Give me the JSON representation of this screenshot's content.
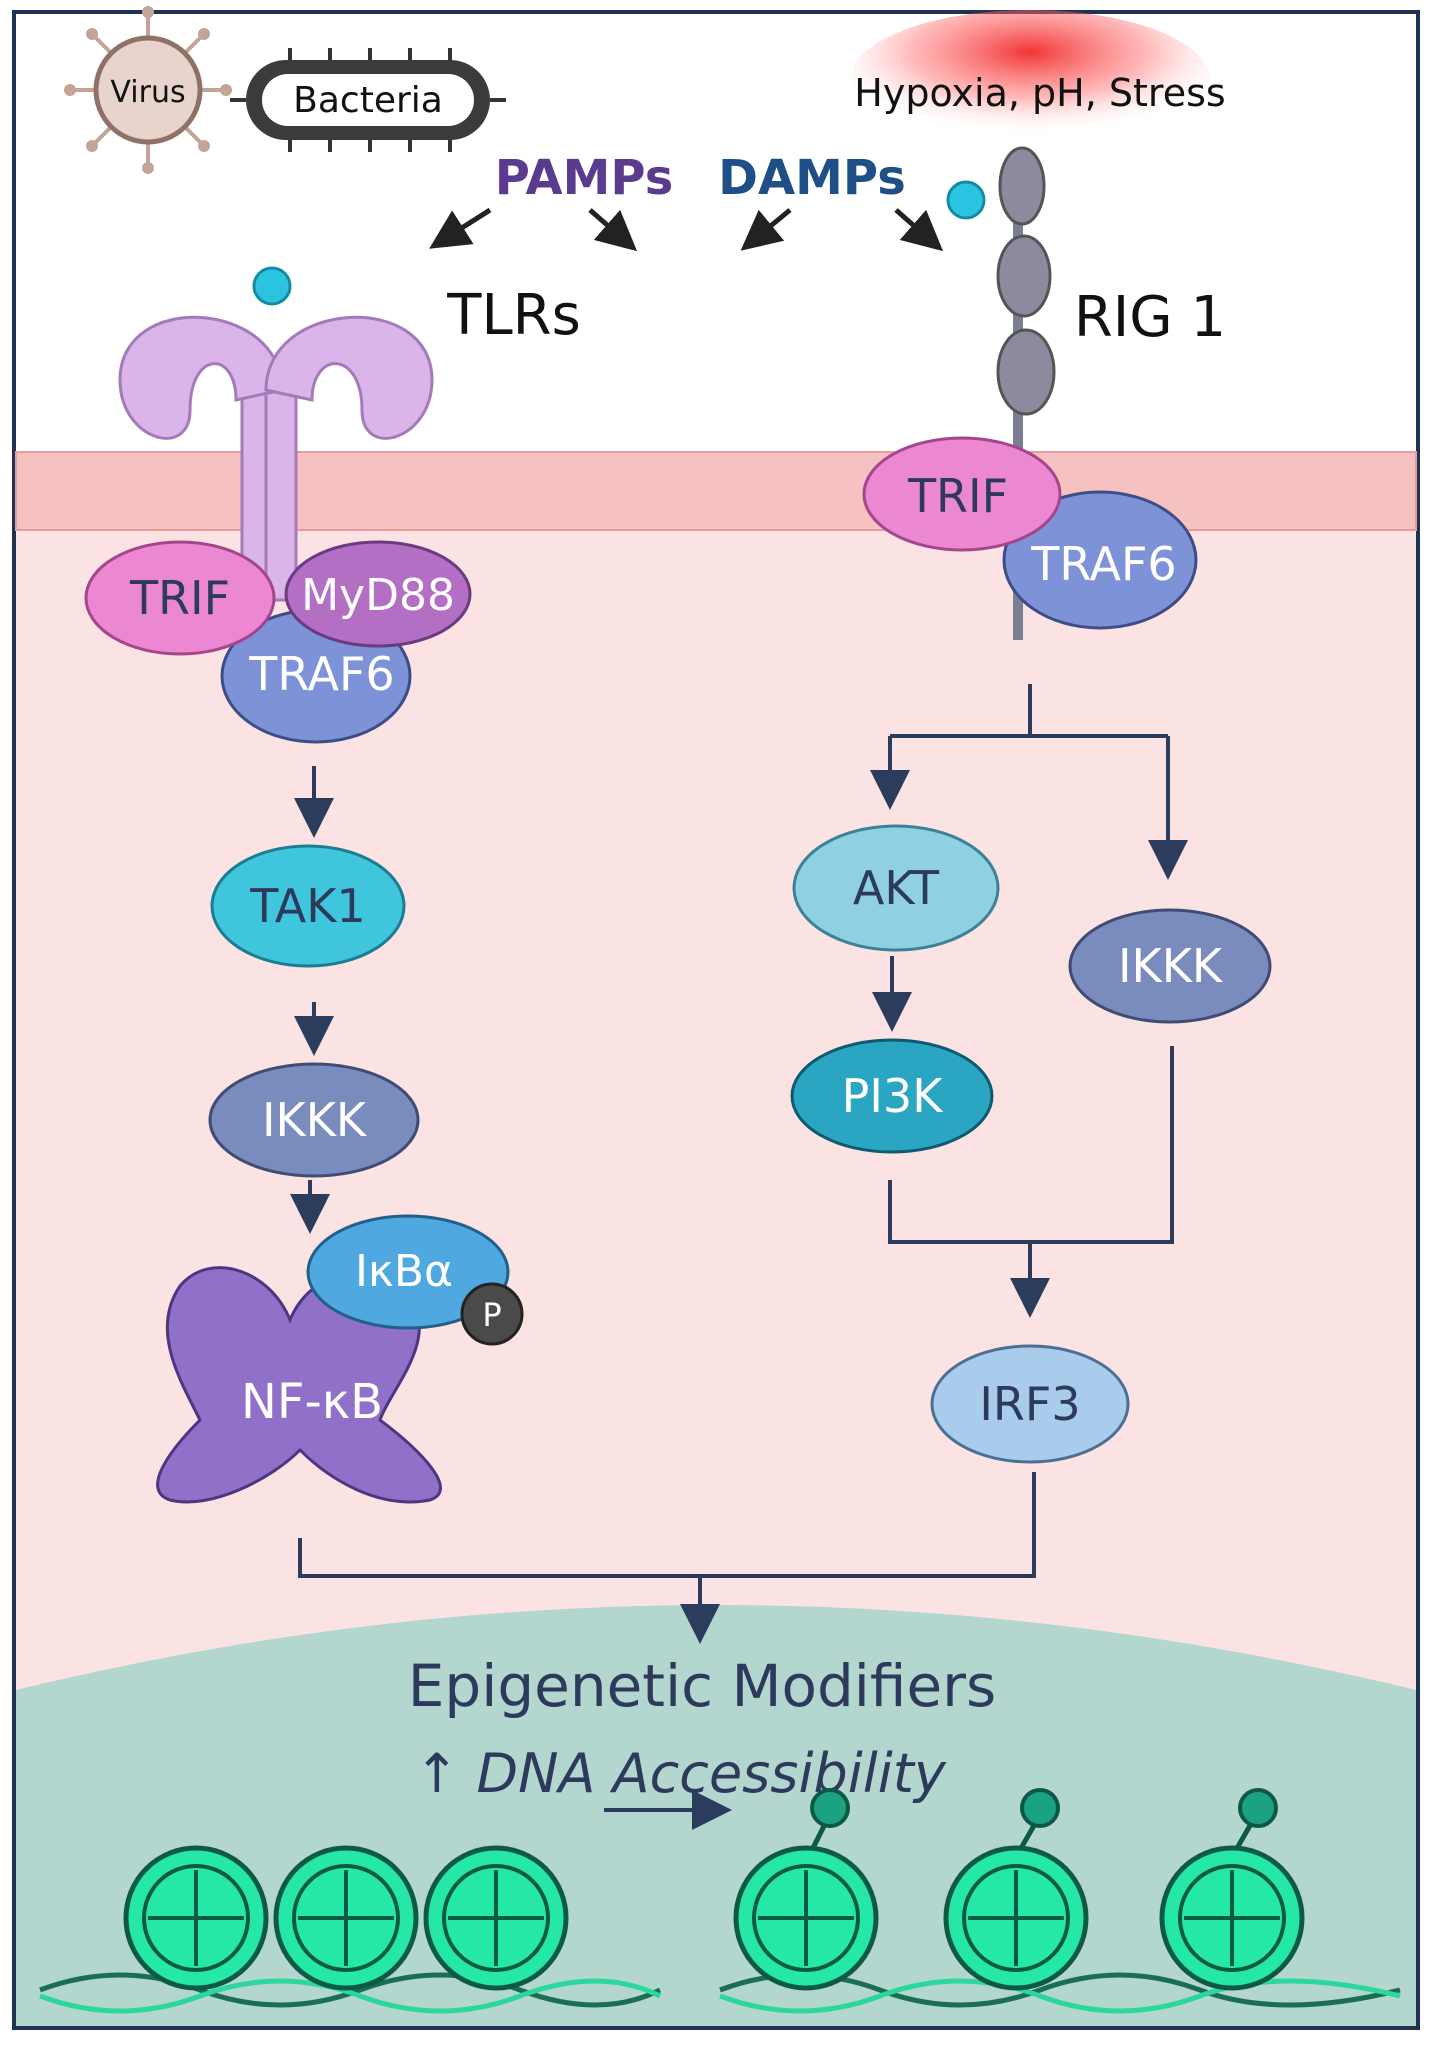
{
  "stimuli": {
    "virus": "Virus",
    "bacteria": "Bacteria",
    "stress": "Hypoxia, pH, Stress"
  },
  "patterns": {
    "pamps": "PAMPs",
    "damps": "DAMPs"
  },
  "receptors": {
    "tlrs": "TLRs",
    "rig1": "RIG 1"
  },
  "left_pathway": {
    "trif": "TRIF",
    "myd88": "MyD88",
    "traf6": "TRAF6",
    "tak1": "TAK1",
    "ikkk": "IKKK",
    "ikba": "IκBα",
    "phospho": "P",
    "nfkb": "NF-κB"
  },
  "right_pathway": {
    "trif": "TRIF",
    "traf6": "TRAF6",
    "akt": "AKT",
    "pi3k": "PI3K",
    "ikkk": "IKKK",
    "irf3": "IRF3"
  },
  "nucleus": {
    "title": "Epigenetic Modifiers",
    "arrow": "↑",
    "subtitle": "DNA Accessibility"
  },
  "colors": {
    "outside": "#ffffff",
    "membrane": "#f6c1c1",
    "cytoplasm": "#fbe3e4",
    "nucleus": "#b3d6cf",
    "tlr": "#d9b5ea",
    "trif": "#ec87d2",
    "myd88": "#b36fc4",
    "traf6": "#7e92d8",
    "tak1": "#3fc6dd",
    "ikkk": "#7a8cbd",
    "ikba": "#4fa8df",
    "nfkb": "#9070c8",
    "akt": "#8fd1e3",
    "pi3k": "#2aa6c3",
    "irf3": "#a9ccec",
    "nucleosome": "#26e8a6",
    "arrow": "#2b3c5c",
    "pamps_text": "#5b3b8e",
    "damps_text": "#1e4f86"
  }
}
